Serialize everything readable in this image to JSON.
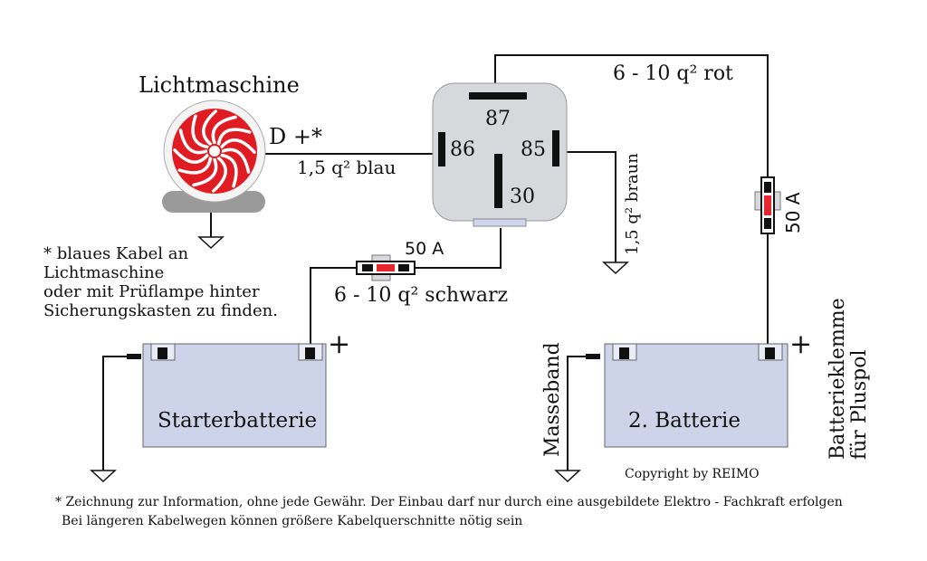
{
  "alternator": {
    "label": "Lichtmaschine",
    "terminal": "D +*"
  },
  "relay": {
    "pins": {
      "p87": "87",
      "p86": "86",
      "p85": "85",
      "p30": "30"
    }
  },
  "wires": {
    "d_to_86": "1,5 q² blau",
    "top_red": "6 - 10 q² rot",
    "pin85_brown": "1,5 q² braun",
    "black_main": "6 - 10 q² schwarz"
  },
  "fuses": {
    "left": "50 A",
    "right": "50 A"
  },
  "note": {
    "lines": [
      "* blaues Kabel an",
      "Lichtmaschine",
      "oder mit Prüflampe hinter",
      "Sicherungskasten zu finden."
    ]
  },
  "batteries": {
    "starter": {
      "label": "Starterbatterie",
      "plus": "+"
    },
    "second": {
      "label": "2. Batterie",
      "plus": "+"
    }
  },
  "vertical_labels": {
    "masseband": "Masseband",
    "batterieklemme_line1": "Batterieklemme",
    "batterieklemme_line2": "für Pluspol"
  },
  "copyright": "Copyright by REIMO",
  "footer": {
    "line1": "* Zeichnung zur Information, ohne jede Gewähr. Der Einbau darf nur durch eine ausgebildete Elektro - Fachkraft erfolgen",
    "line2": "Bei längeren Kabelwegen können größere Kabelquerschnitte nötig sein"
  },
  "colors": {
    "battery_fill": "#cdd3e8",
    "relay_fill": "#d7d8db",
    "fuse_red": "#e8262d",
    "alternator_red": "#e11b22",
    "mount_gray": "#9a9a9a"
  }
}
